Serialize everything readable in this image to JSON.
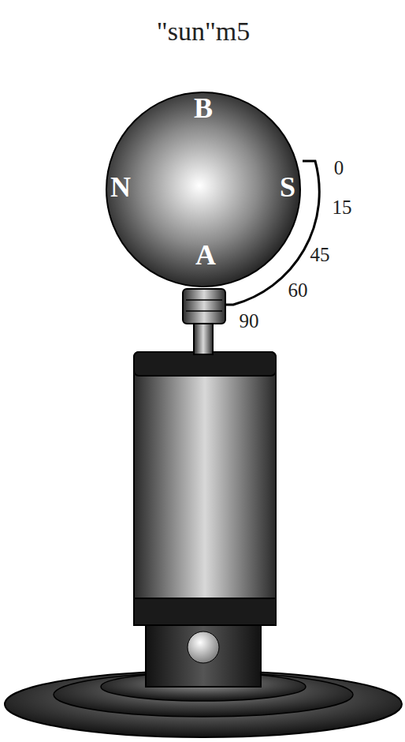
{
  "diagram": {
    "title": "\"sun\"m5",
    "nodes": [
      {
        "text": [
          "B",
          "N",
          "S",
          "A"
        ]
      }
    ],
    "labels": [
      "0",
      "15",
      "45",
      "60",
      "90"
    ]
  }
}
